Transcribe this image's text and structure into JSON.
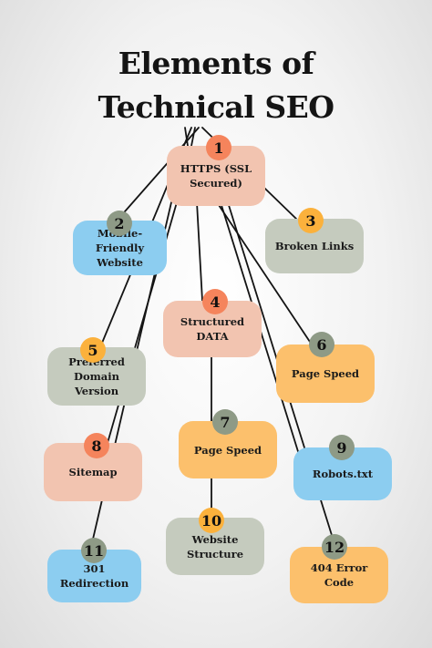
{
  "title": {
    "line1": "Elements of",
    "line2": "Technical SEO"
  },
  "colors": {
    "peach": "#F2C4B0",
    "blue": "#8CCDF0",
    "sage": "#C5CBBE",
    "orange": "#FCC06C",
    "badge_peach": "#F5845C",
    "badge_gray": "#8E9A86",
    "badge_orange": "#FBB13C",
    "line": "#141414"
  },
  "nodes": [
    {
      "num": "1",
      "label": "HTTPS (SSL\nSecured)"
    },
    {
      "num": "2",
      "label": "Mobile-Friendly\nWebsite"
    },
    {
      "num": "3",
      "label": "Broken Links"
    },
    {
      "num": "4",
      "label": "Structured\nDATA"
    },
    {
      "num": "5",
      "label": "Preferred\nDomain Version"
    },
    {
      "num": "6",
      "label": "Page Speed"
    },
    {
      "num": "7",
      "label": "Page Speed"
    },
    {
      "num": "8",
      "label": "Sitemap"
    },
    {
      "num": "9",
      "label": "Robots.txt"
    },
    {
      "num": "10",
      "label": "Website\nStructure"
    },
    {
      "num": "11",
      "label": "301 Redirection"
    },
    {
      "num": "12",
      "label": "404 Error Code"
    }
  ]
}
